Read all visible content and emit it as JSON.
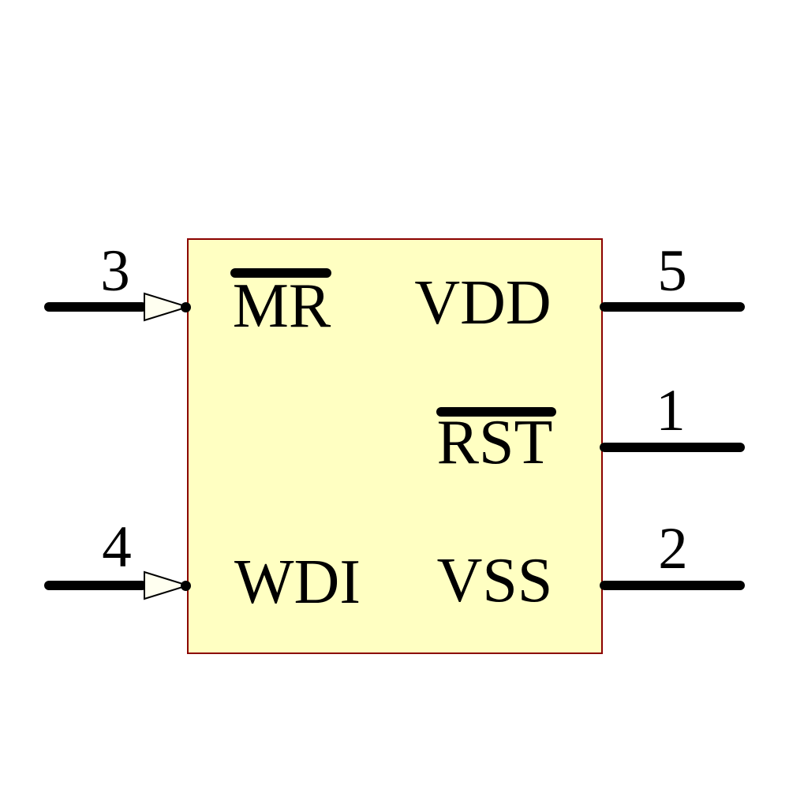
{
  "diagram": {
    "type": "ic-schematic-symbol",
    "colors": {
      "body_fill": "#FFFFC2",
      "body_outline": "#8B0000",
      "wire": "#000000",
      "text": "#000000",
      "arrow_fill": "#FFFFF0"
    },
    "pins": [
      {
        "number": "3",
        "label": "MR",
        "overline": true,
        "side": "left",
        "has_arrow": true
      },
      {
        "number": "4",
        "label": "WDI",
        "overline": false,
        "side": "left",
        "has_arrow": true
      },
      {
        "number": "5",
        "label": "VDD",
        "overline": false,
        "side": "right",
        "has_arrow": false
      },
      {
        "number": "1",
        "label": "RST",
        "overline": true,
        "side": "right",
        "has_arrow": false
      },
      {
        "number": "2",
        "label": "VSS",
        "overline": false,
        "side": "right",
        "has_arrow": false
      }
    ]
  }
}
